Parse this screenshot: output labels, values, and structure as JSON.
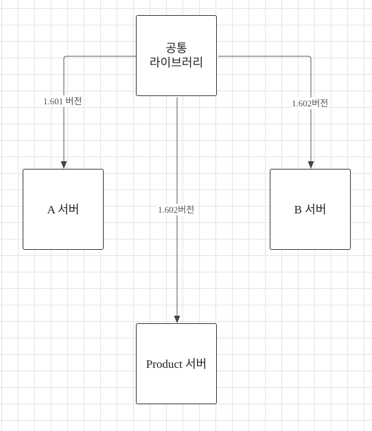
{
  "diagram": {
    "nodes": {
      "library": {
        "label": "공통\n라이브러리"
      },
      "server_a": {
        "label": "A 서버"
      },
      "server_b": {
        "label": "B 서버"
      },
      "server_product": {
        "label": "Product 서버"
      }
    },
    "edges": {
      "to_a": {
        "label": "1.601 버전"
      },
      "to_b": {
        "label": "1.602버전"
      },
      "to_product": {
        "label": "1.602버전"
      }
    },
    "colors": {
      "stroke": "#333333",
      "edge": "#555555",
      "grid": "#e4e4e4",
      "background": "#ffffff"
    }
  }
}
